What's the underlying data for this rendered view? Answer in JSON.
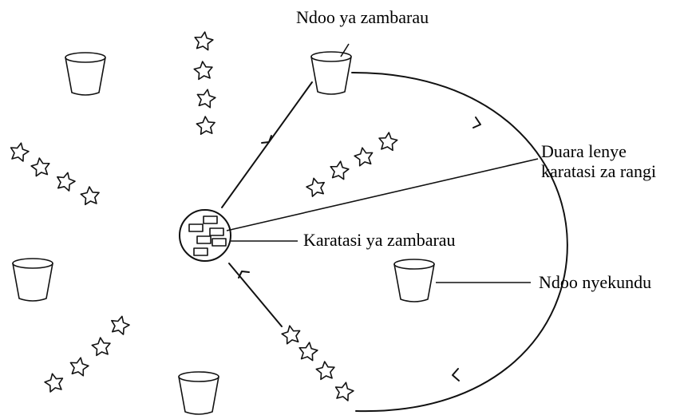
{
  "labels": {
    "purple_bucket": "Ndoo ya zambarau",
    "colored_circle_line1": "Duara lenye",
    "colored_circle_line2": "karatasi za rangi",
    "purple_paper": "Karatasi ya zambarau",
    "red_bucket": "Ndoo nyekundu"
  },
  "colors": {
    "ink": "#111111",
    "background": "#ffffff"
  }
}
